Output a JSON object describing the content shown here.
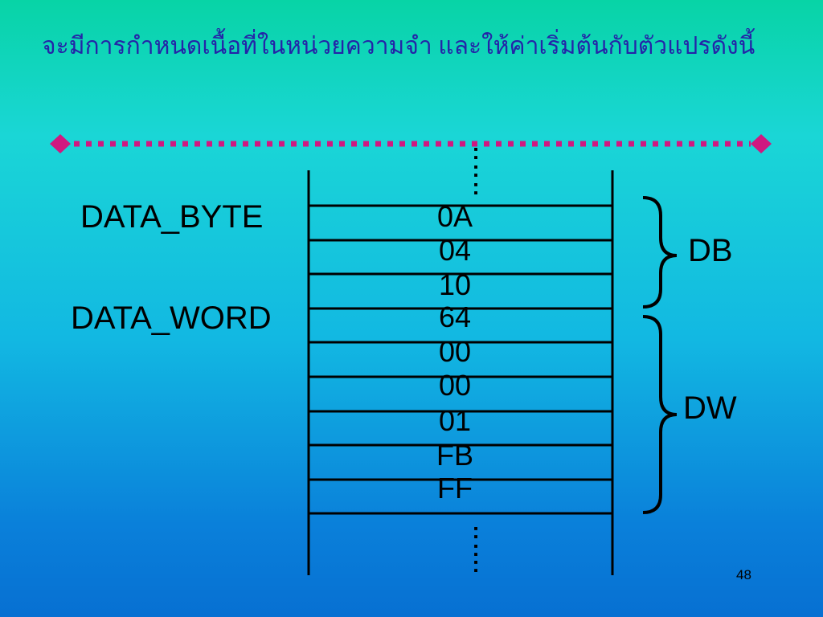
{
  "title": "จะมีการกำหนดเนื้อที่ในหน่วยความจำ และให้ค่าเริ่มต้นกับตัวแปรดังนี้",
  "labels": {
    "data_byte": "DATA_BYTE",
    "data_word": "DATA_WORD"
  },
  "cells": [
    "0A",
    "04",
    "10",
    "64",
    "00",
    "00",
    "01",
    "FB",
    "FF"
  ],
  "ellipsis_top": ":\n:",
  "ellipsis_bottom": ":\n:",
  "ellipsis_divider": ":",
  "braces": {
    "db": "DB",
    "dw": "DW"
  },
  "page_number": "48",
  "colors": {
    "title": "#2424a8",
    "divider": "#d01880",
    "lines": "#000000"
  }
}
